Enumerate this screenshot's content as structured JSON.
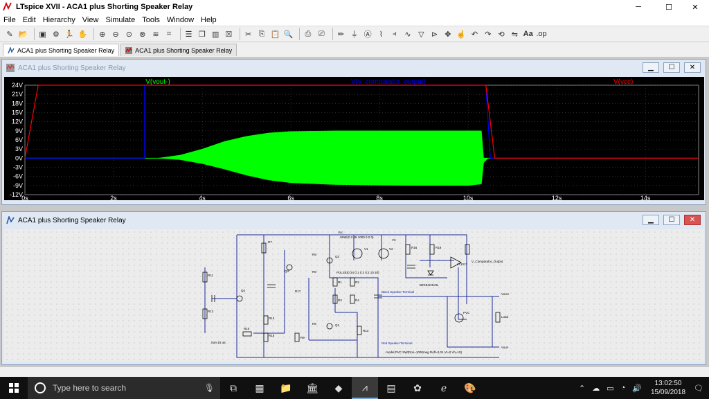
{
  "window": {
    "title": "LTspice XVII - ACA1 plus Shorting Speaker Relay",
    "minimize": "─",
    "maximize": "☐",
    "close": "✕"
  },
  "menu": [
    "File",
    "Edit",
    "Hierarchy",
    "View",
    "Simulate",
    "Tools",
    "Window",
    "Help"
  ],
  "tabs": [
    {
      "label": "ACA1 plus Shorting Speaker Relay",
      "icon": "schematic-icon"
    },
    {
      "label": "ACA1 plus Shorting Speaker Relay",
      "icon": "waveform-icon"
    }
  ],
  "plot_window": {
    "title": "ACA1 plus Shorting Speaker Relay"
  },
  "schematic_window": {
    "title": "ACA1 plus Shorting Speaker Relay"
  },
  "chart_data": {
    "type": "line",
    "xlabel": "",
    "ylabel": "",
    "x_ticks": [
      "0s",
      "2s",
      "4s",
      "6s",
      "8s",
      "10s",
      "12s",
      "14s"
    ],
    "y_ticks": [
      "24V",
      "21V",
      "18V",
      "15V",
      "12V",
      "9V",
      "6V",
      "3V",
      "0V",
      "-3V",
      "-6V",
      "-9V",
      "-12V"
    ],
    "xlim": [
      0,
      15.2
    ],
    "ylim": [
      -12,
      24
    ],
    "grid": true,
    "background": "#000000",
    "series": [
      {
        "name": "V(vout-)",
        "color": "#00ff00"
      },
      {
        "name": "V(v_comparator_output)",
        "color": "#0000ff"
      },
      {
        "name": "V(vcc)",
        "color": "#ff0000"
      }
    ],
    "vcc": {
      "x": [
        0,
        0.3,
        10.4,
        10.6,
        15.2
      ],
      "y": [
        0,
        24,
        24,
        0,
        0
      ]
    },
    "comparator": {
      "x": [
        0,
        2.7,
        2.7,
        10.4,
        10.5,
        15.2
      ],
      "y": [
        0,
        0,
        24,
        24,
        0,
        0
      ]
    },
    "envelope": {
      "x": [
        3.0,
        3.5,
        4.0,
        4.5,
        5.0,
        5.5,
        6.0,
        7.0,
        8.0,
        9.0,
        10.0,
        10.3,
        10.35,
        10.45
      ],
      "upper": [
        0,
        1,
        3,
        5.5,
        7.2,
        8.3,
        8.8,
        9,
        9,
        9,
        9,
        9,
        0,
        0
      ],
      "lower": [
        0,
        -0.5,
        -1.8,
        -3.6,
        -5.6,
        -7.2,
        -8.1,
        -8.7,
        -8.9,
        -9,
        -9,
        -8.5,
        -1.5,
        0
      ]
    }
  },
  "schematic_labels": {
    "vcc": "Vcc",
    "v1": "V1",
    "v2": "V2",
    "v3": "V3",
    "sine": "SINE(0 2.65 1000 0 0 0)",
    "pulse": "PULSE(0 24 0.1 0.2 0.2 10 20)",
    "black_terminal": "Black Speaker Terminal",
    "red_terminal": "Red Speaker Terminal",
    "comparator_out": "V_Comparator_Output",
    "model": ".model PVC SW(Ron=1000meg Roff=0.01 Vt=0 Vh=10)",
    "tran": ".tran 15 uic",
    "vout_plus": "Vout+",
    "vout_minus": "Vout-",
    "load": "Load",
    "pvc": "PVC",
    "lt": "LT1017",
    "zener": "BZX84C3V3L",
    "r_labels": [
      "R1",
      "R2",
      "R3",
      "R4",
      "R5",
      "R6",
      "R7",
      "R8",
      "R9",
      "R10",
      "R11",
      "R12",
      "R13",
      "R14",
      "R15",
      "R16",
      "R17",
      "R18"
    ],
    "q_labels": [
      "Q1",
      "Q2",
      "Q3",
      "Q4"
    ]
  },
  "taskbar": {
    "search_placeholder": "Type here to search",
    "time": "13:02:50",
    "date": "15/09/2018"
  }
}
